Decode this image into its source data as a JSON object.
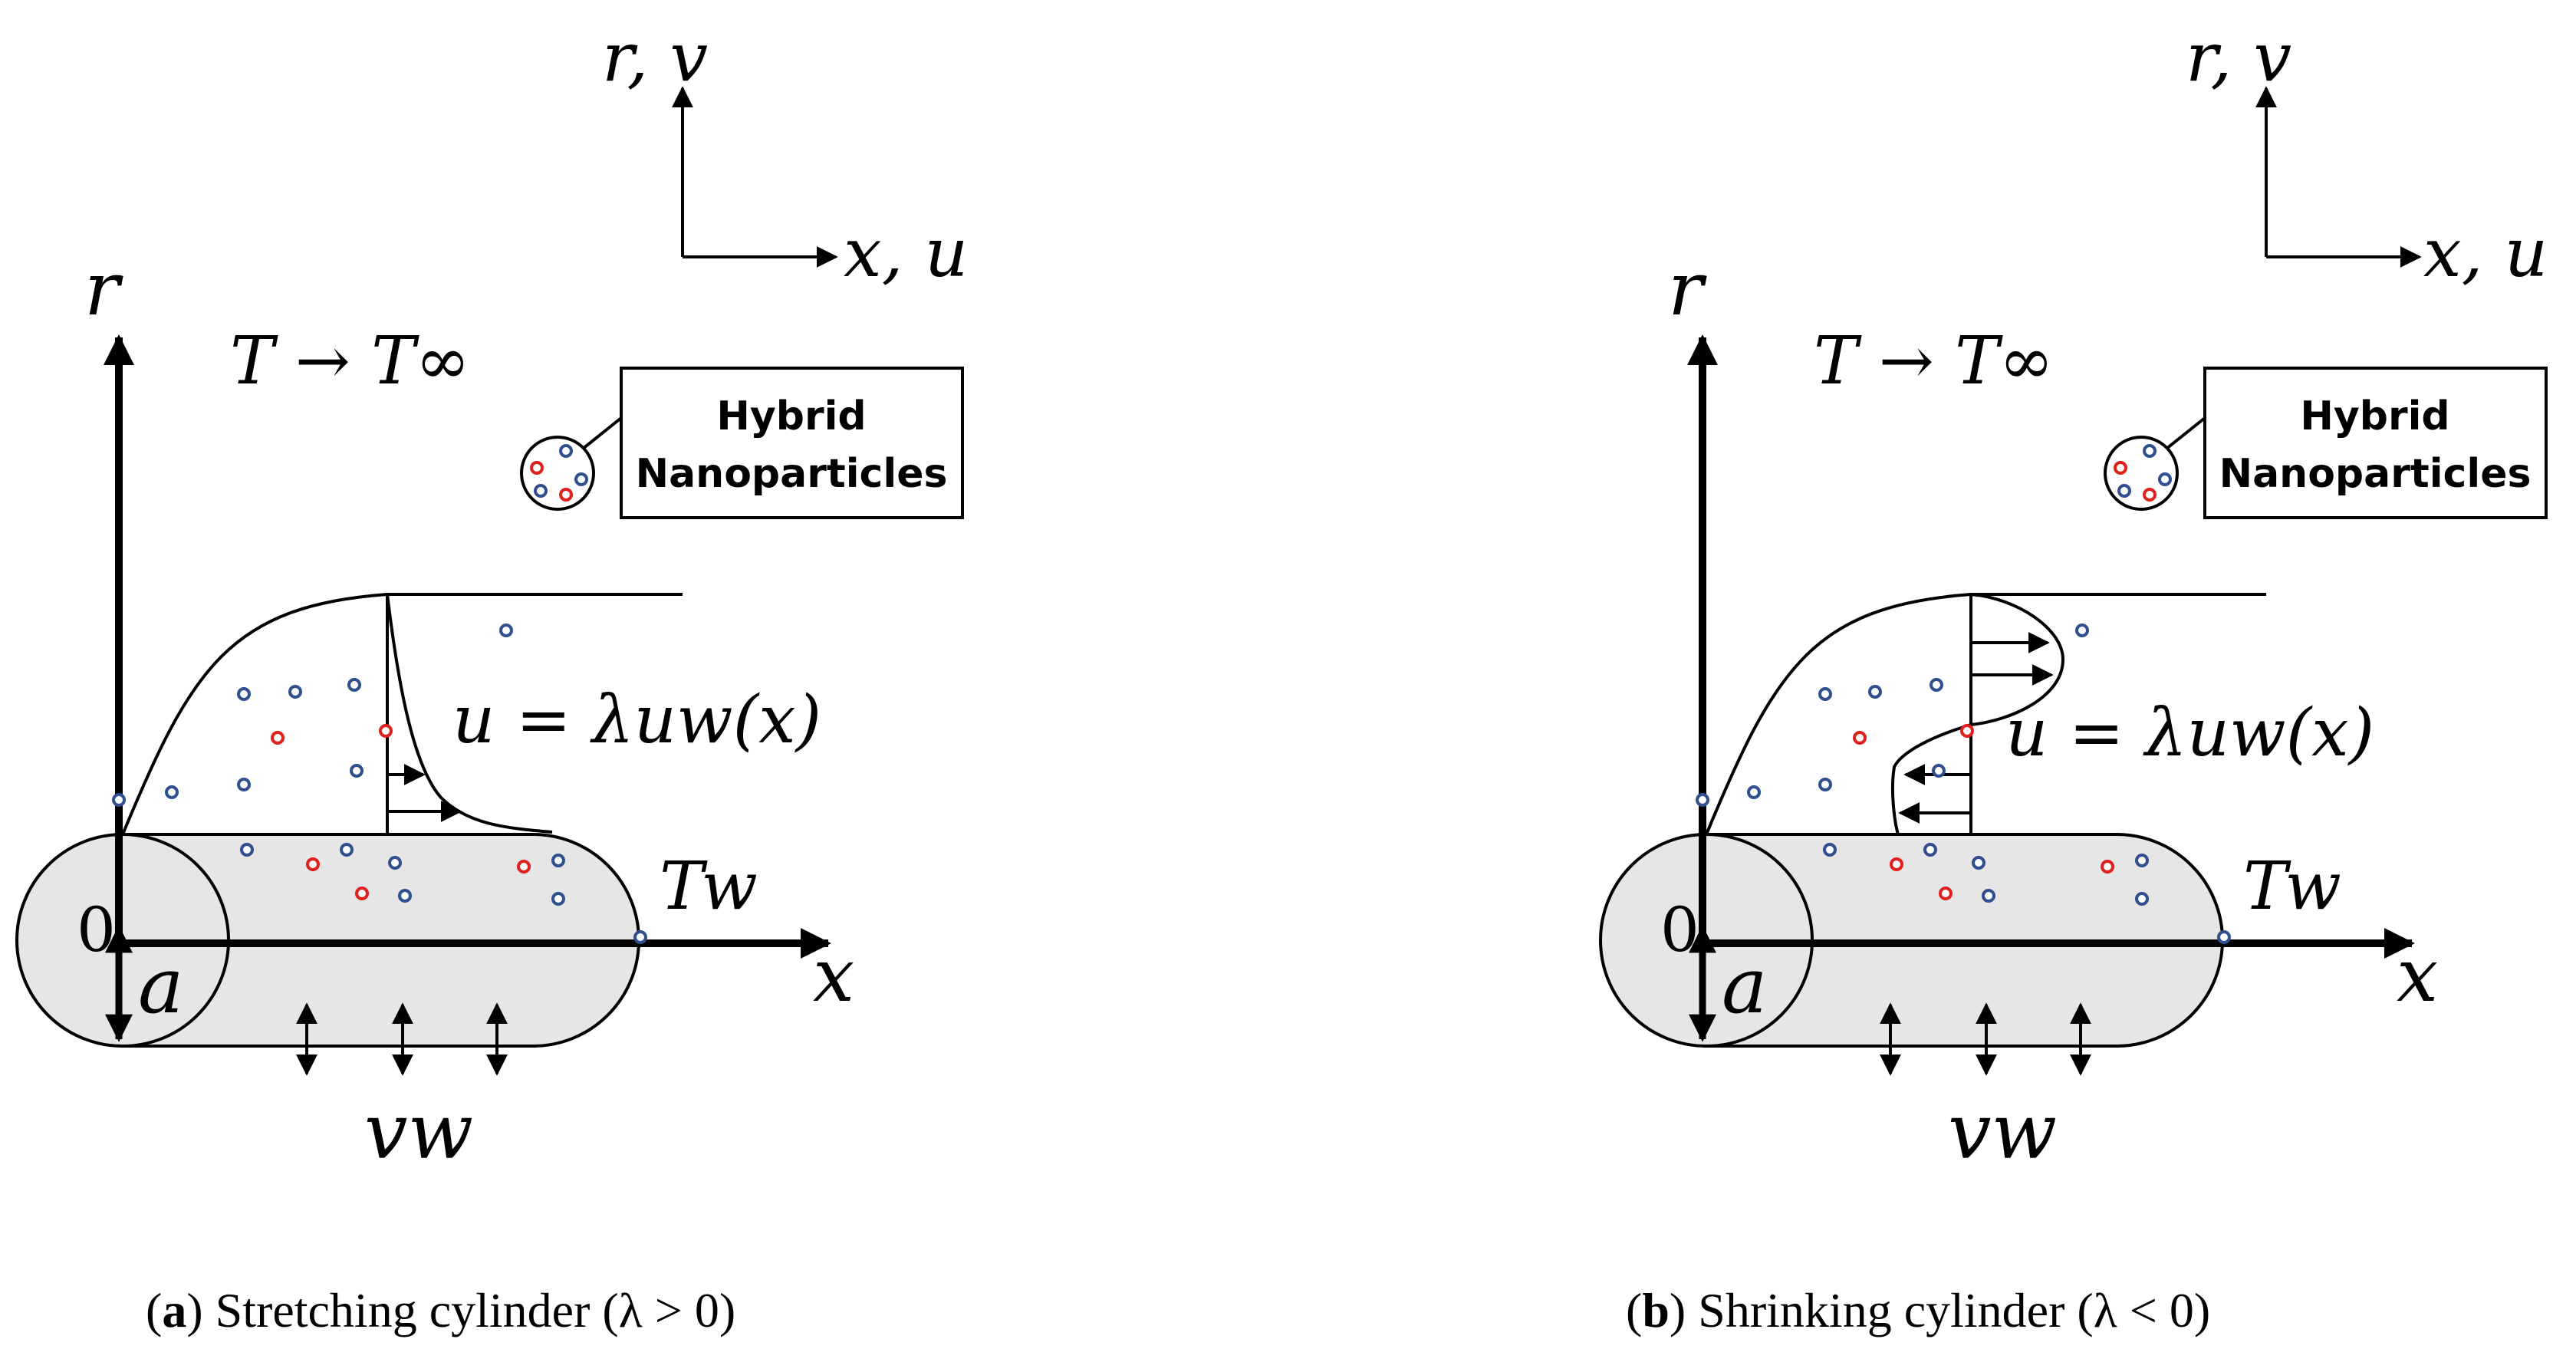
{
  "panels": [
    {
      "id": "a",
      "coord_vertical_label": "r, v",
      "coord_horizontal_label": "x, u",
      "axis_r_label": "r",
      "axis_x_label": "x",
      "origin_label": "0",
      "radius_label": "a",
      "ambient_temp_label": "T → T∞",
      "wall_temp_label": "Tw",
      "velocity_label": "u = λuw(x)",
      "suction_label": "vw",
      "legend_line1": "Hybrid",
      "legend_line2": "Nanoparticles",
      "caption_letter": "a",
      "caption_text": "Stretching cylinder (λ > 0)"
    },
    {
      "id": "b",
      "coord_vertical_label": "r, v",
      "coord_horizontal_label": "x, u",
      "axis_r_label": "r",
      "axis_x_label": "x",
      "origin_label": "0",
      "radius_label": "a",
      "ambient_temp_label": "T → T∞",
      "wall_temp_label": "Tw",
      "velocity_label": "u = λuw(x)",
      "suction_label": "vw",
      "legend_line1": "Hybrid",
      "legend_line2": "Nanoparticles",
      "caption_letter": "b",
      "caption_text": "Shrinking cylinder (λ < 0)"
    }
  ],
  "colors": {
    "particle_blue": "#2f4f8f",
    "particle_red": "#e0201c",
    "cylinder_fill": "#e6e6e6",
    "ink": "#000000"
  }
}
